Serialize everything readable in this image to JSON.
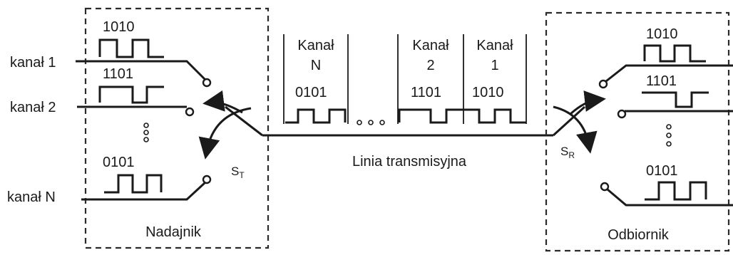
{
  "transmitter": {
    "box_label": "Nadajnik",
    "switch_label": "S",
    "switch_sub": "T",
    "inputs": [
      {
        "label": "kanał 1",
        "bits": "1010"
      },
      {
        "label": "kanał 2",
        "bits": "1101"
      },
      {
        "label": "kanał N",
        "bits": "0101"
      }
    ]
  },
  "receiver": {
    "box_label": "Odbiornik",
    "switch_label": "S",
    "switch_sub": "R",
    "outputs": [
      {
        "bits": "1010"
      },
      {
        "bits": "1101"
      },
      {
        "bits": "0101"
      }
    ]
  },
  "line": {
    "label": "Linia transmisyjna",
    "frames": [
      {
        "name": "Kanał",
        "num": "N",
        "bits": "0101"
      },
      {
        "name": "Kanał",
        "num": "2",
        "bits": "1101"
      },
      {
        "name": "Kanał",
        "num": "1",
        "bits": "1010"
      }
    ]
  }
}
